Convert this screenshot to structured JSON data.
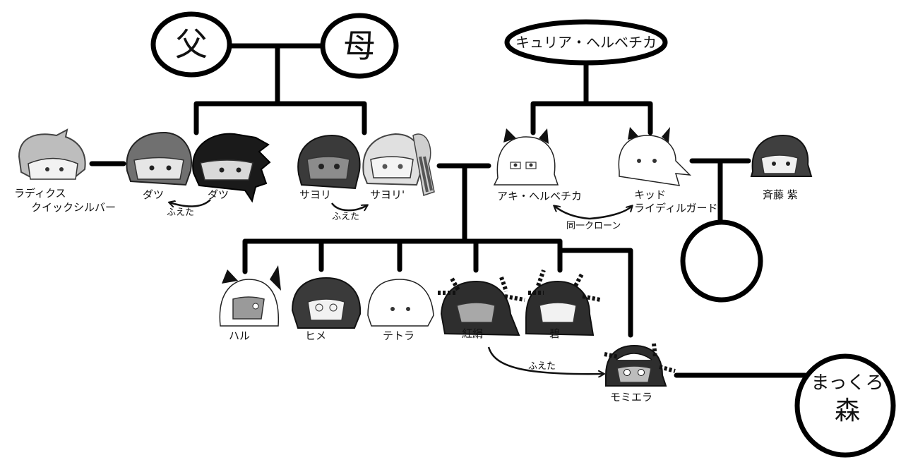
{
  "diagram": {
    "type": "family-tree",
    "root_nodes": {
      "father": "父",
      "mother": "母",
      "curia": "キュリア・ヘルベチカ",
      "makkuro_mori": "まっくろ森",
      "makkuro_line1": "まっくろ",
      "makkuro_line2": "森"
    },
    "characters": {
      "rydicks_line1": "ラディクス",
      "rydicks_line2": "クイックシルバー",
      "dats_a": "ダツ",
      "dats_b": "ダツ",
      "sayori_a": "サヨリ",
      "sayori_b": "サヨリ'",
      "aki": "アキ・ヘルベチカ",
      "kid_line1": "キッド",
      "kid_line2": "ライディルガード",
      "saito": "斉藤 紫",
      "haru": "ハル",
      "hime": "ヒメ",
      "tetora": "テトラ",
      "koken": "紅絹",
      "midori": "碧",
      "momiera": "モミエラ"
    },
    "annotations": {
      "dats_duplicate": "ふえた",
      "sayori_duplicate": "ふえた",
      "clone_note": "同一クローン",
      "momiera_duplicate": "ふえた"
    },
    "unknown_child": ""
  }
}
